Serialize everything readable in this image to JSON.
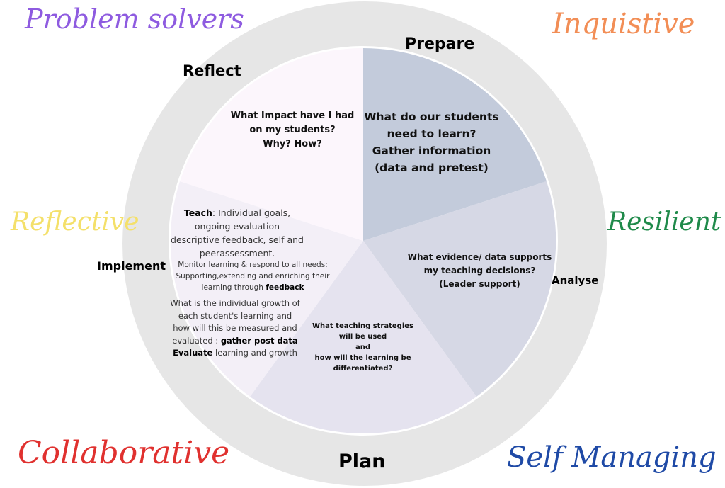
{
  "attributes": {
    "problem_solvers": "Problem solvers",
    "inquisitive": "Inquistive",
    "reflective": "Reflective",
    "resilient": "Resilient",
    "collaborative": "Collaborative",
    "self_managing": "Self Managing"
  },
  "phases": {
    "prepare": "Prepare",
    "reflect": "Reflect",
    "implement": "Implement",
    "analyse": "Analyse",
    "plan": "Plan"
  },
  "segments": {
    "prepare": [
      "What do our students",
      "need to learn?",
      "Gather information",
      "(data and pretest)"
    ],
    "reflect": [
      "What Impact have I had",
      "on my students?",
      "Why? How?"
    ],
    "analyse": [
      "What evidence/ data supports",
      "my teaching decisions?",
      "(Leader support)"
    ],
    "plan": [
      "What teaching strategies",
      "will be used",
      "and",
      "how will the learning be",
      "differentiated?"
    ],
    "implement": {
      "teach_bold": "Teach",
      "teach_rest": ": Individual goals,",
      "teach_lines": [
        "ongoing evaluation",
        "descriptive feedback, self and",
        "peerassessment."
      ],
      "monitor_lines": [
        "Monitor learning & respond to all needs:",
        "Supporting,extending and enriching their"
      ],
      "monitor_last": "learning through ",
      "monitor_bold": "feedback",
      "growth_lines": [
        "What is the individual growth of",
        "each student's learning and",
        "how will this be measured and"
      ],
      "evaluated_text": "evaluated : ",
      "evaluated_bold": "gather post data",
      "evaluate_bold": "Evaluate",
      "evaluate_rest": " learning and growth"
    }
  },
  "colors": {
    "problem_solvers": "#8e5be0",
    "inquisitive": "#f28e56",
    "reflective": "#f4e06a",
    "resilient": "#1f8a4a",
    "collaborative": "#e0312f",
    "self_managing": "#1f4aa6",
    "outer_ring": "#e6e6e6",
    "prepare_fill": "#c3cbdb",
    "analyse_fill": "#d6d8e5",
    "plan_fill": "#e5e3ef",
    "implement_fill": "#f3eff7",
    "reflect_fill": "#fcf6fc"
  }
}
